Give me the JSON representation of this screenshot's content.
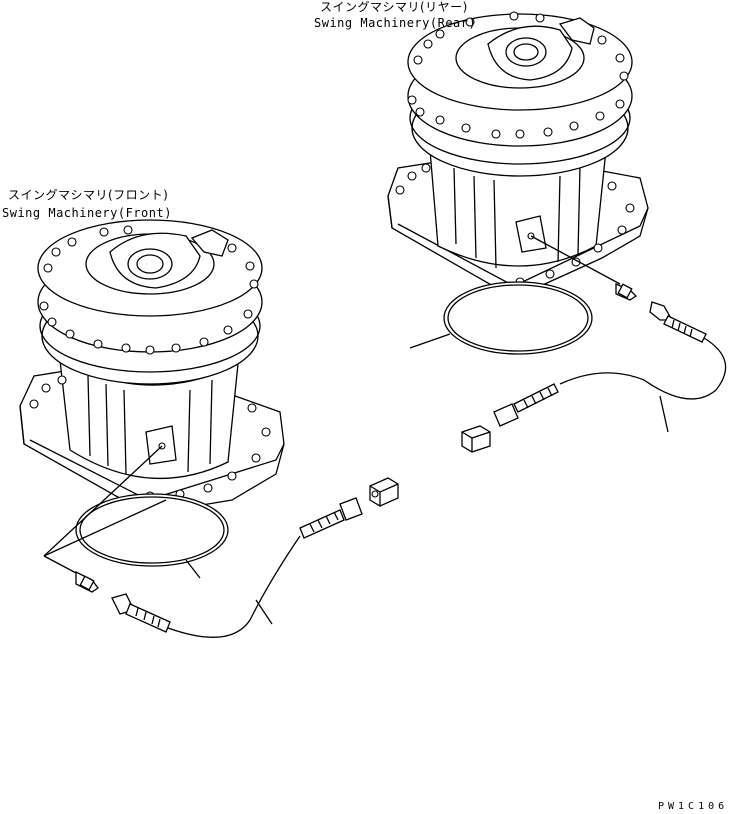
{
  "rear_label": {
    "japanese": "スイングマシマリ(リヤー)",
    "english": "Swing Machinery(Rear)"
  },
  "front_label": {
    "japanese": "スイングマシマリ(フロント)",
    "english": "Swing Machinery(Front)"
  },
  "drawing_code": "PW1C106"
}
